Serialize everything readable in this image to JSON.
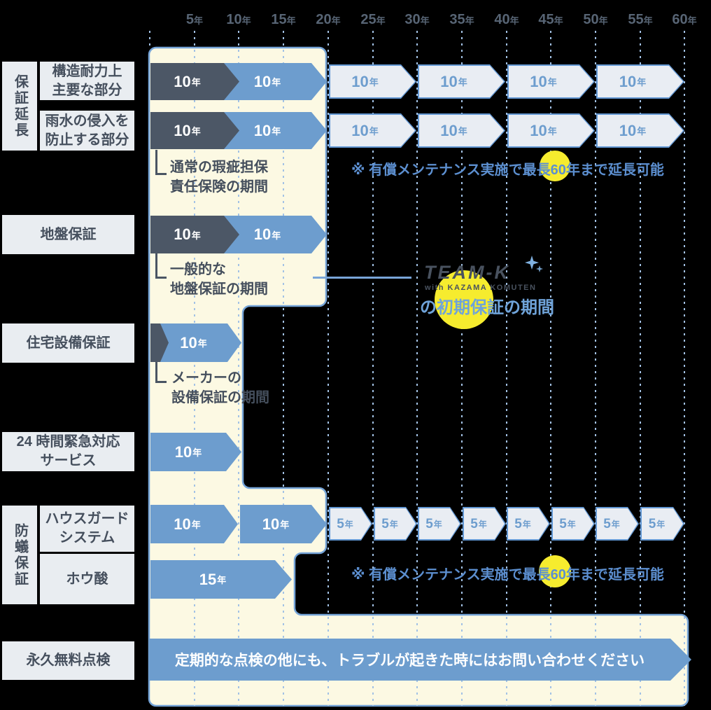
{
  "colors": {
    "background": "#000000",
    "panel_fill": "#FCF9E3",
    "panel_border": "#74A3D7",
    "grid_dot": "#A3C2E5",
    "dark_arrow": "#4C5766",
    "blue_arrow": "#6D9DCE",
    "light_arrow_fill": "#E9EDF3",
    "light_arrow_border": "#6297D3",
    "label_box_bg": "#E9EDF1",
    "text_dark": "#454F5D",
    "note_blue": "#5C8FD0",
    "highlight_yellow": "#F6EC2E",
    "tick_text": "#576474",
    "arrow_text_white": "#FFFFFF"
  },
  "unit_year": "年",
  "axis": {
    "ticks": [
      "5",
      "10",
      "15",
      "20",
      "25",
      "30",
      "35",
      "40",
      "45",
      "50",
      "55",
      "60"
    ]
  },
  "left_labels": {
    "warranty_extension": "保証延長",
    "structural": [
      "構造耐力上",
      "主要な部分"
    ],
    "rain": [
      "雨水の侵入を",
      "防止する部分"
    ],
    "ground": "地盤保証",
    "equipment": "住宅設備保証",
    "emergency": [
      "24 時間緊急対応",
      "サービス"
    ],
    "termite": "防蟻保証",
    "houseguard": [
      "ハウスガード",
      "システム"
    ],
    "boric_acid": "ホウ酸",
    "permanent_inspection": "永久無料点検"
  },
  "rows": {
    "structural": {
      "arrows": [
        "10",
        "10",
        "10",
        "10",
        "10",
        "10"
      ]
    },
    "rain": {
      "arrows": [
        "10",
        "10",
        "10",
        "10",
        "10",
        "10"
      ]
    },
    "ground": {
      "arrows": [
        "10",
        "10"
      ]
    },
    "equipment": {
      "arrows": [
        "10"
      ]
    },
    "emergency": {
      "arrows": [
        "10"
      ]
    },
    "houseguard": {
      "arrows": [
        "10",
        "10",
        "5",
        "5",
        "5",
        "5",
        "5",
        "5",
        "5",
        "5"
      ]
    },
    "boric_acid": {
      "arrows": [
        "15"
      ]
    },
    "permanent": {
      "arrow_text": "定期的な点検の他にも、トラブルが起きた時にはお問い合わせください"
    }
  },
  "annotations": {
    "defect_insurance": [
      "通常の瑕疵担保",
      "責任保険の期間"
    ],
    "general_ground": [
      "一般的な",
      "地盤保証の期間"
    ],
    "manufacturer": [
      "メーカーの",
      "設備保証の期間"
    ],
    "note_maintenance": {
      "prefix": "※ 有償メンテナンス実施で最長",
      "highlight": "60",
      "suffix": "年まで延長可能"
    },
    "team_k": {
      "brand": "TEAM-K",
      "sub": "with KAZAMA KOMUTEN",
      "caption": "の初期保証の期間"
    }
  }
}
